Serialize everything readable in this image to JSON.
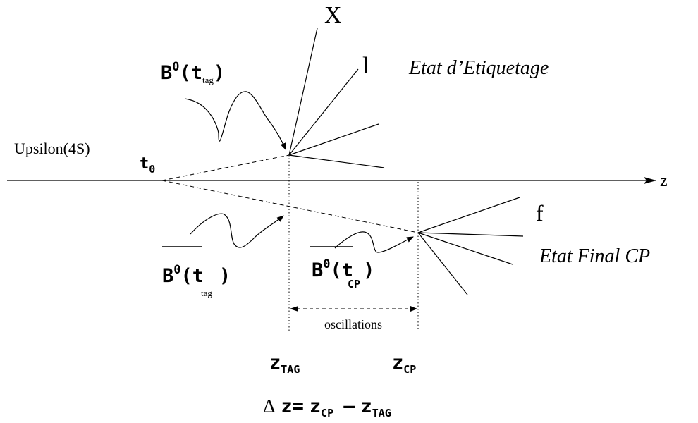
{
  "labels": {
    "upsilon": "Upsilon(4S)",
    "t0_base": "t",
    "t0_sub": "0",
    "z_axis": "z",
    "x_particle": "X",
    "l_particle": "l",
    "f_particle": "f",
    "tag_state": "Etat d’Etiquetage",
    "final_state": "Etat Final CP",
    "oscillations": "oscillations"
  },
  "b_tag_top": {
    "base": "B",
    "sup": "0",
    "open": "(t",
    "sub": "tag",
    "close": ")"
  },
  "b_tag_bottom": {
    "base": "B",
    "sup": "0",
    "open": "(t",
    "sub": "tag",
    "close": ")"
  },
  "b_cp": {
    "base": "B",
    "sup": "0",
    "open": "(t",
    "sub": "CP",
    "close": ")"
  },
  "z_tag": {
    "base": "z",
    "sub": "TAG"
  },
  "z_cp": {
    "base": "z",
    "sub": "CP"
  },
  "formula": {
    "delta": "Δ",
    "lhs": "z=",
    "z1_base": "z",
    "z1_sub": "CP",
    "minus": "–",
    "z2_base": "z",
    "z2_sub": "TAG"
  }
}
